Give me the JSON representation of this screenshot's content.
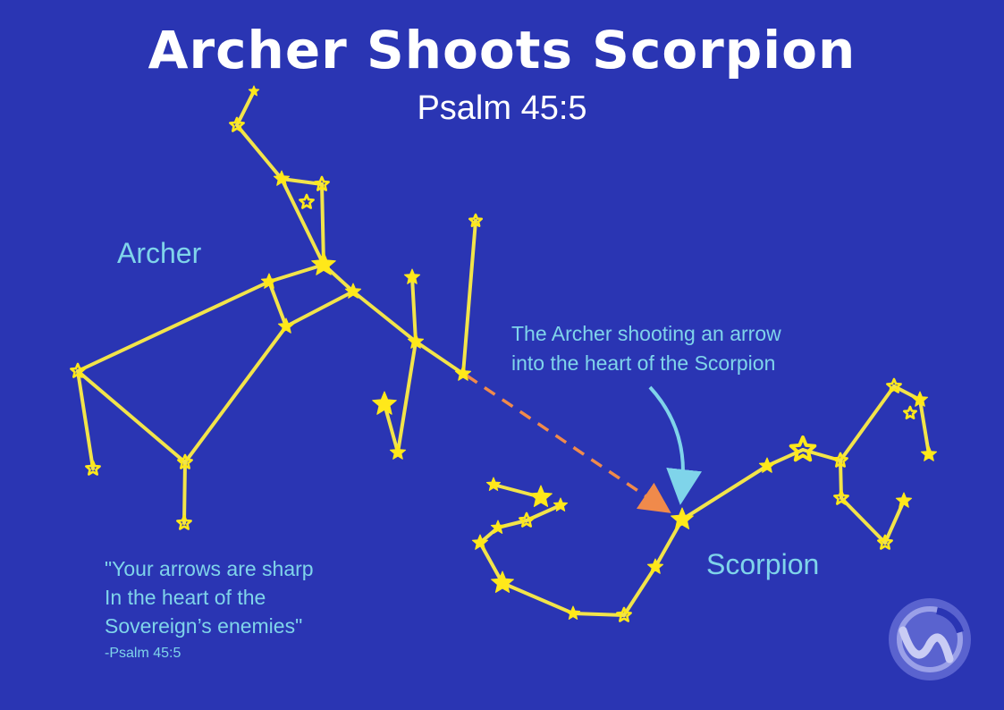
{
  "title": "Archer Shoots Scorpion",
  "subtitle": "Psalm 45:5",
  "labels": {
    "archer": "Archer",
    "scorpion": "Scorpion"
  },
  "annotation": "The Archer shooting an arrow\ninto the heart of the Scorpion",
  "quote": {
    "text": "\"Your arrows are sharp\nIn the heart of the\nSovereign’s enemies\"",
    "reference": "-Psalm 45:5"
  },
  "colors": {
    "background": "#2a35b3",
    "star": "#ffe81a",
    "line": "#f2e44a",
    "arrow_dashed": "#f08a4b",
    "callout_arrow": "#7fd4ea",
    "label": "#7fd4ea",
    "title": "#ffffff"
  },
  "logo_icon": "circular-wave-logo-icon"
}
